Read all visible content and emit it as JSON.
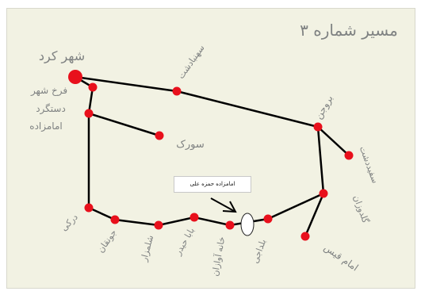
{
  "map": {
    "title": "مسیر شماره ۳",
    "callout_label": "امامزاده حمزه علی",
    "colors": {
      "background": "#f2f2e3",
      "route": "#000000",
      "stop": "#e8101c",
      "terminal": "#e8101c",
      "highlight_stop": "#ffffff",
      "text": "#7f8282"
    },
    "labels": {
      "shahrekord": "شهر کرد",
      "farrokhshahr": "فرخ شهر",
      "dastgerd": "دستگرد",
      "emamzadeh": "امامزاده",
      "shahrekian": "سورک",
      "sahonbadasht": "سهنبادشت",
      "borujen": "بروجن",
      "sefiddasht": "سفیددشت",
      "golduzan": "گلدوزان",
      "emamghais": "امام قیس",
      "baladaji": "بلداجی",
      "khane_avazan": "خانه آوازان",
      "shalamzar": "شلمزار",
      "babaheydar": "بابا حیدر",
      "jounghan": "جونقان",
      "dorak": "درکی"
    }
  }
}
